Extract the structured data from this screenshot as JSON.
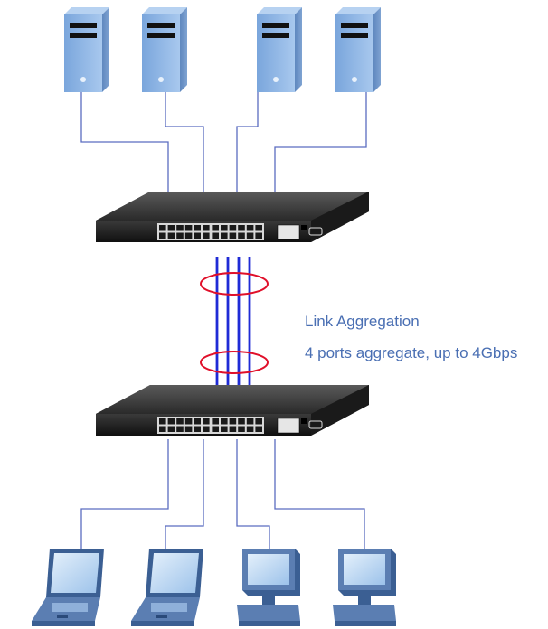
{
  "diagram": {
    "caption": {
      "title": "Link Aggregation",
      "subtitle": "4 ports aggregate, up to 4Gbps"
    },
    "colors": {
      "background": "#ffffff",
      "connector_line": "#5a6cc0",
      "aggregated_link": "#1f2bd6",
      "aggregation_ring": "#e0102a",
      "caption_text": "#4a6fb3",
      "server_body": "#8fb4e2",
      "switch_body": "#2b2b2b",
      "laptop_screen": "#bcd7f2"
    },
    "top_devices": [
      {
        "icon": "server-tower-icon"
      },
      {
        "icon": "server-tower-icon"
      },
      {
        "icon": "server-tower-icon"
      },
      {
        "icon": "server-tower-icon"
      }
    ],
    "bottom_devices": [
      {
        "icon": "laptop-icon"
      },
      {
        "icon": "laptop-icon"
      },
      {
        "icon": "desktop-pc-icon"
      },
      {
        "icon": "desktop-pc-icon"
      }
    ],
    "switches": [
      {
        "icon": "ethernet-switch-icon",
        "ports": 24,
        "uplink_ports": 4
      },
      {
        "icon": "ethernet-switch-icon",
        "ports": 24,
        "uplink_ports": 4
      }
    ],
    "aggregated_links": 4
  }
}
